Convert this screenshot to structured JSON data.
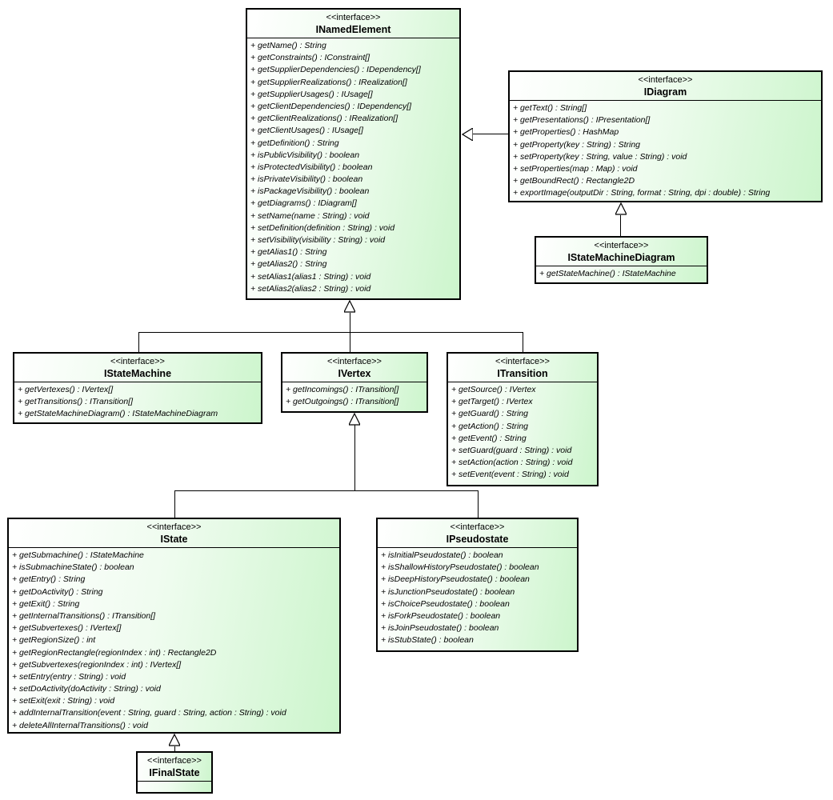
{
  "diagram": {
    "kind": "uml-class-diagram",
    "colors": {
      "box_fill_start": "#ffffff",
      "box_fill_end": "#ccf5cc",
      "border": "#000000",
      "background": "#ffffff"
    }
  },
  "classes": {
    "INamedElement": {
      "stereotype": "<<interface>>",
      "name": "INamedElement",
      "methods": [
        "+ getName() : String",
        "+ getConstraints() : IConstraint[]",
        "+ getSupplierDependencies() : IDependency[]",
        "+ getSupplierRealizations() : IRealization[]",
        "+ getSupplierUsages() : IUsage[]",
        "+ getClientDependencies() : IDependency[]",
        "+ getClientRealizations() : IRealization[]",
        "+ getClientUsages() : IUsage[]",
        "+ getDefinition() : String",
        "+ isPublicVisibility() : boolean",
        "+ isProtectedVisibility() : boolean",
        "+ isPrivateVisibility() : boolean",
        "+ isPackageVisibility() : boolean",
        "+ getDiagrams() : IDiagram[]",
        "+ setName(name : String) : void",
        "+ setDefinition(definition : String) : void",
        "+ setVisibility(visibility : String) : void",
        "+ getAlias1() : String",
        "+ getAlias2() : String",
        "+ setAlias1(alias1 : String) : void",
        "+ setAlias2(alias2 : String) : void"
      ]
    },
    "IDiagram": {
      "stereotype": "<<interface>>",
      "name": "IDiagram",
      "methods": [
        "+ getText() : String[]",
        "+ getPresentations() : IPresentation[]",
        "+ getProperties() : HashMap",
        "+ getProperty(key : String) : String",
        "+ setProperty(key : String, value : String) : void",
        "+ setProperties(map : Map) : void",
        "+ getBoundRect() : Rectangle2D",
        "+ exportImage(outputDir : String, format : String, dpi : double) : String"
      ]
    },
    "IStateMachineDiagram": {
      "stereotype": "<<interface>>",
      "name": "IStateMachineDiagram",
      "methods": [
        "+ getStateMachine() : IStateMachine"
      ]
    },
    "IStateMachine": {
      "stereotype": "<<interface>>",
      "name": "IStateMachine",
      "methods": [
        "+ getVertexes() : IVertex[]",
        "+ getTransitions() : ITransition[]",
        "+ getStateMachineDiagram() : IStateMachineDiagram"
      ]
    },
    "IVertex": {
      "stereotype": "<<interface>>",
      "name": "IVertex",
      "methods": [
        "+ getIncomings() : ITransition[]",
        "+ getOutgoings() : ITransition[]"
      ]
    },
    "ITransition": {
      "stereotype": "<<interface>>",
      "name": "ITransition",
      "methods": [
        "+ getSource() : IVertex",
        "+ getTarget() : IVertex",
        "+ getGuard() : String",
        "+ getAction() : String",
        "+ getEvent() : String",
        "+ setGuard(guard : String) : void",
        "+ setAction(action : String) : void",
        "+ setEvent(event : String) : void"
      ]
    },
    "IState": {
      "stereotype": "<<interface>>",
      "name": "IState",
      "methods": [
        "+ getSubmachine() : IStateMachine",
        "+ isSubmachineState() : boolean",
        "+ getEntry() : String",
        "+ getDoActivity() : String",
        "+ getExit() : String",
        "+ getInternalTransitions() : ITransition[]",
        "+ getSubvertexes() : IVertex[]",
        "+ getRegionSize() : int",
        "+ getRegionRectangle(regionIndex : int) : Rectangle2D",
        "+ getSubvertexes(regionIndex : int) : IVertex[]",
        "+ setEntry(entry : String) : void",
        "+ setDoActivity(doActivity : String) : void",
        "+ setExit(exit : String) : void",
        "+ addInternalTransition(event : String, guard : String, action : String) : void",
        "+ deleteAllInternalTransitions() : void"
      ]
    },
    "IPseudostate": {
      "stereotype": "<<interface>>",
      "name": "IPseudostate",
      "methods": [
        "+ isInitialPseudostate() : boolean",
        "+ isShallowHistoryPseudostate() : boolean",
        "+ isDeepHistoryPseudostate() : boolean",
        "+ isJunctionPseudostate() : boolean",
        "+ isChoicePseudostate() : boolean",
        "+ isForkPseudostate() : boolean",
        "+ isJoinPseudostate() : boolean",
        "+ isStubState() : boolean"
      ]
    },
    "IFinalState": {
      "stereotype": "<<interface>>",
      "name": "IFinalState",
      "methods": []
    }
  },
  "relations": [
    {
      "from": "IDiagram",
      "to": "INamedElement",
      "type": "generalization"
    },
    {
      "from": "IStateMachineDiagram",
      "to": "IDiagram",
      "type": "generalization"
    },
    {
      "from": "IStateMachine",
      "to": "INamedElement",
      "type": "generalization"
    },
    {
      "from": "IVertex",
      "to": "INamedElement",
      "type": "generalization"
    },
    {
      "from": "ITransition",
      "to": "INamedElement",
      "type": "generalization"
    },
    {
      "from": "IState",
      "to": "IVertex",
      "type": "generalization"
    },
    {
      "from": "IPseudostate",
      "to": "IVertex",
      "type": "generalization"
    },
    {
      "from": "IFinalState",
      "to": "IState",
      "type": "generalization"
    }
  ]
}
